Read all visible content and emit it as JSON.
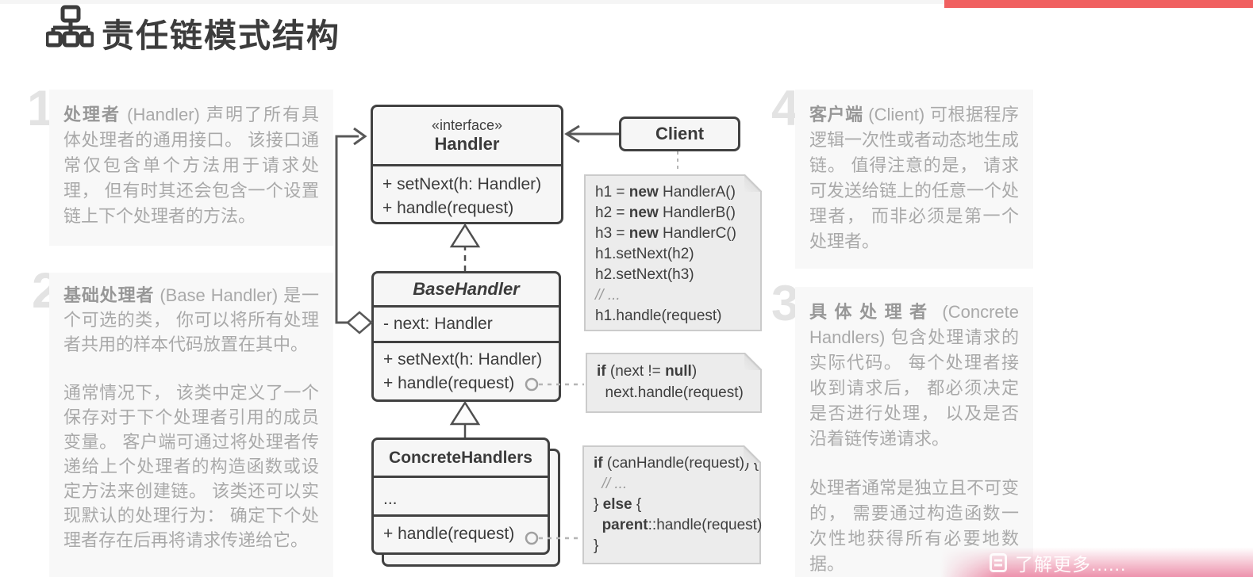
{
  "page": {
    "title": "责任链模式结构",
    "background": "#ffffff"
  },
  "video_ui": {
    "progress_color": "#f06060",
    "track_color": "#f5f5f5",
    "learn_more_label": "了解更多......",
    "learn_more_pink": "#ec8ca8"
  },
  "annotations": [
    {
      "number": "1",
      "paragraphs": [
        {
          "lead": "处理者",
          "text": " (Handler) 声明了所有具体处理者的通用接口。 该接口通常仅包含单个方法用于请求处理， 但有时其还会包含一个设置链上下个处理者的方法。"
        }
      ]
    },
    {
      "number": "2",
      "paragraphs": [
        {
          "lead": "基础处理者",
          "text": " (Base Handler) 是一个可选的类， 你可以将所有处理者共用的样本代码放置在其中。"
        },
        {
          "lead": "",
          "text": "通常情况下， 该类中定义了一个保存对于下个处理者引用的成员变量。 客户端可通过将处理者传递给上个处理者的构造函数或设定方法来创建链。 该类还可以实现默认的处理行为： 确定下个处理者存在后再将请求传递给它。"
        }
      ]
    },
    {
      "number": "3",
      "paragraphs": [
        {
          "lead": "具体处理者",
          "spread": true,
          "text": " (Concrete Handlers) 包含处理请求的实际代码。 每个处理者接收到请求后， 都必须决定是否进行处理， 以及是否沿着链传递请求。"
        },
        {
          "lead": "",
          "text": "处理者通常是独立且不可变的， 需要通过构造函数一次性地获得所有必要地数据。"
        }
      ]
    },
    {
      "number": "4",
      "paragraphs": [
        {
          "lead": "客户端",
          "text": " (Client) 可根据程序逻辑一次性或者动态地生成链。 值得注意的是， 请求可发送给链上的任意一个处理者， 而非必须是第一个处理者。"
        }
      ]
    }
  ],
  "uml": {
    "handler": {
      "stereotype": "«interface»",
      "name": "Handler",
      "methods": [
        "+ setNext(h: Handler)",
        "+ handle(request)"
      ]
    },
    "client": {
      "name": "Client"
    },
    "base_handler": {
      "name": "BaseHandler",
      "field": "- next: Handler",
      "methods": [
        "+ setNext(h: Handler)",
        "+ handle(request)"
      ]
    },
    "concrete_handlers": {
      "name": "ConcreteHandlers",
      "ellipsis": "...",
      "method": "+ handle(request)"
    },
    "notes": {
      "client_code": [
        [
          [
            "",
            "h1 = "
          ],
          [
            "b",
            "new"
          ],
          [
            "",
            " HandlerA()"
          ]
        ],
        [
          [
            "",
            "h2 = "
          ],
          [
            "b",
            "new"
          ],
          [
            "",
            " HandlerB()"
          ]
        ],
        [
          [
            "",
            "h3 = "
          ],
          [
            "b",
            "new"
          ],
          [
            "",
            " HandlerC()"
          ]
        ],
        [
          [
            "",
            "h1.setNext(h2)"
          ]
        ],
        [
          [
            "",
            "h2.setNext(h3)"
          ]
        ],
        [
          [
            "i",
            "// ..."
          ]
        ],
        [
          [
            "",
            "h1.handle(request)"
          ]
        ]
      ],
      "next_check": [
        [
          [
            "b",
            "if"
          ],
          [
            "",
            " (next != "
          ],
          [
            "b",
            "null"
          ],
          [
            "",
            ")"
          ]
        ],
        [
          [
            "",
            "  next.handle(request)"
          ]
        ]
      ],
      "can_handle": [
        [
          [
            "b",
            "if"
          ],
          [
            "",
            " (canHandle(request)) {"
          ]
        ],
        [
          [
            "i",
            "  // ..."
          ]
        ],
        [
          [
            "",
            "} "
          ],
          [
            "b",
            "else"
          ],
          [
            "",
            " {"
          ]
        ],
        [
          [
            "",
            "  "
          ],
          [
            "b",
            "parent"
          ],
          [
            "",
            "::handle(request)"
          ]
        ],
        [
          [
            "",
            "}"
          ]
        ]
      ]
    }
  },
  "colors": {
    "box_border": "#414141",
    "box_fill": "#f6f6f6",
    "note_fill": "#ececec",
    "annotation_bg": "#f8f8f8",
    "annotation_text": "#a9a9a9",
    "numeral": "#e3e3e3"
  }
}
